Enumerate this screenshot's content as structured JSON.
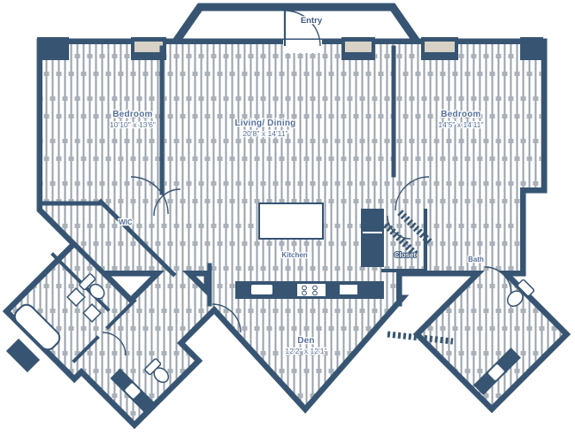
{
  "title": "Apartment floor plan",
  "colors": {
    "wall": "#375573",
    "hatch_line": "#9aa2ac",
    "hatch_break": "#aab1b9",
    "label": "#56719a",
    "tan_infill": "#d8d2c6",
    "background": "#ffffff"
  },
  "rooms": {
    "entry": {
      "name": "Entry"
    },
    "bedroom_left": {
      "name": "Bedroom",
      "dims": "10'10\" x 13'6\""
    },
    "living_dining": {
      "name": "Living/ Dining",
      "dims": "20'8\" x 14'11\""
    },
    "bedroom_right": {
      "name": "Bedroom",
      "dims": "14'5\" x 14'11\""
    },
    "den": {
      "name": "Den",
      "dims": "12'2\" x 12'1\""
    },
    "kitchen": {
      "name": "Kitchen"
    },
    "closet": {
      "name": "Closet"
    },
    "wic": {
      "name": "WIC"
    },
    "bath": {
      "name": "Bath"
    }
  }
}
